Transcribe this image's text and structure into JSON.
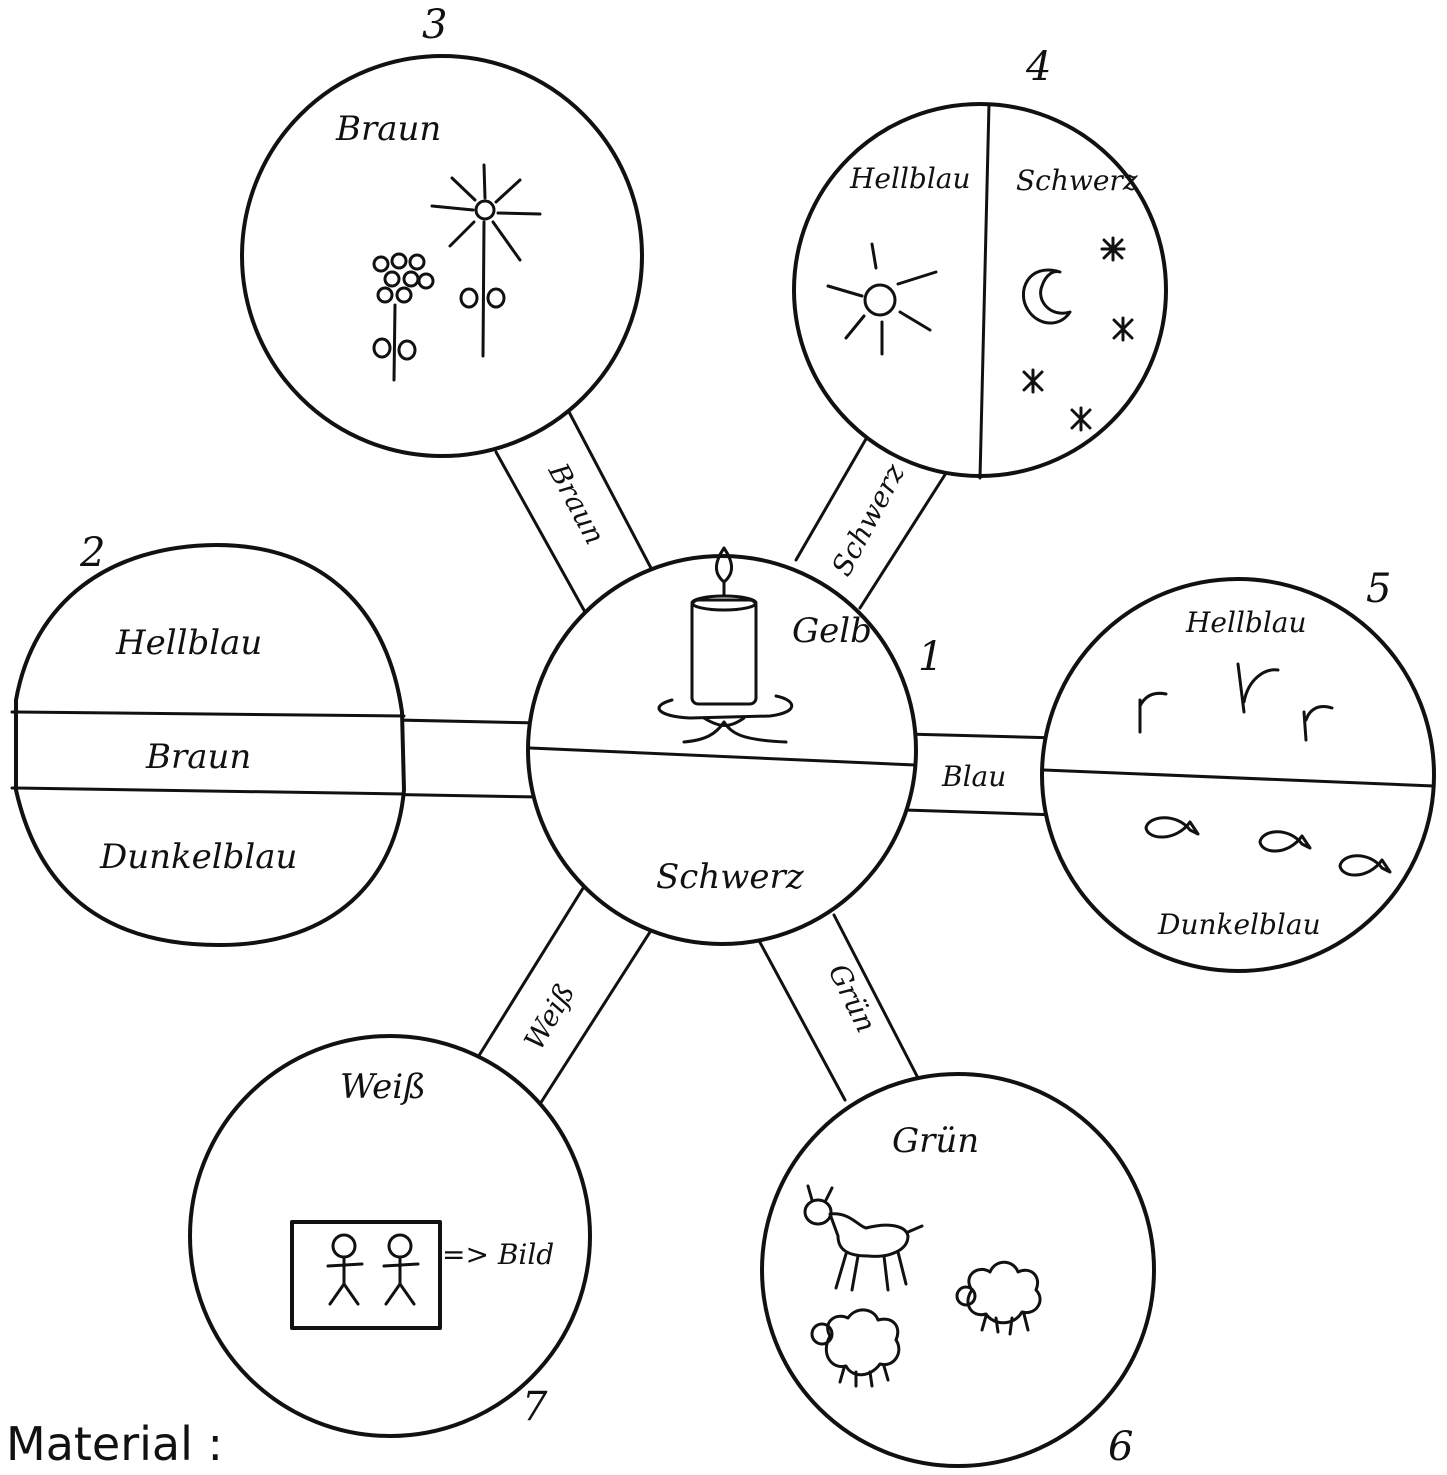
{
  "circles": [
    {
      "number": "1",
      "top_label": "Gelb",
      "bottom_label": "Schwerz"
    },
    {
      "number": "2",
      "top_label": "Hellblau",
      "middle_label": "Braun",
      "bottom_label": "Dunkelblau"
    },
    {
      "number": "3",
      "label": "Braun"
    },
    {
      "number": "4",
      "left_label": "Hellblau",
      "right_label": "Schwerz"
    },
    {
      "number": "5",
      "top_label": "Hellblau",
      "bottom_label": "Dunkelblau"
    },
    {
      "number": "6",
      "label": "Grün"
    },
    {
      "number": "7",
      "label": "Weiß",
      "picture_note": "=> Bild"
    }
  ],
  "bridges": {
    "to_3": "Braun",
    "to_4": "Schwerz",
    "to_5": "Blau",
    "to_6": "Grün",
    "to_7": "Weiß"
  },
  "footer": {
    "material_label": "Material :"
  },
  "icons": {
    "candle": "candle-icon",
    "flowers": "flower-icon",
    "sun": "sun-icon",
    "moon": "moon-icon",
    "stars": "star-icon",
    "birds": "bird-icon",
    "fish": "fish-icon",
    "animals": "animal-icon",
    "sheep": "sheep-icon",
    "picture": "picture-icon",
    "stick_figure": "stick-figure-icon"
  },
  "ink_color": "#111111",
  "paper_color": "#ffffff"
}
